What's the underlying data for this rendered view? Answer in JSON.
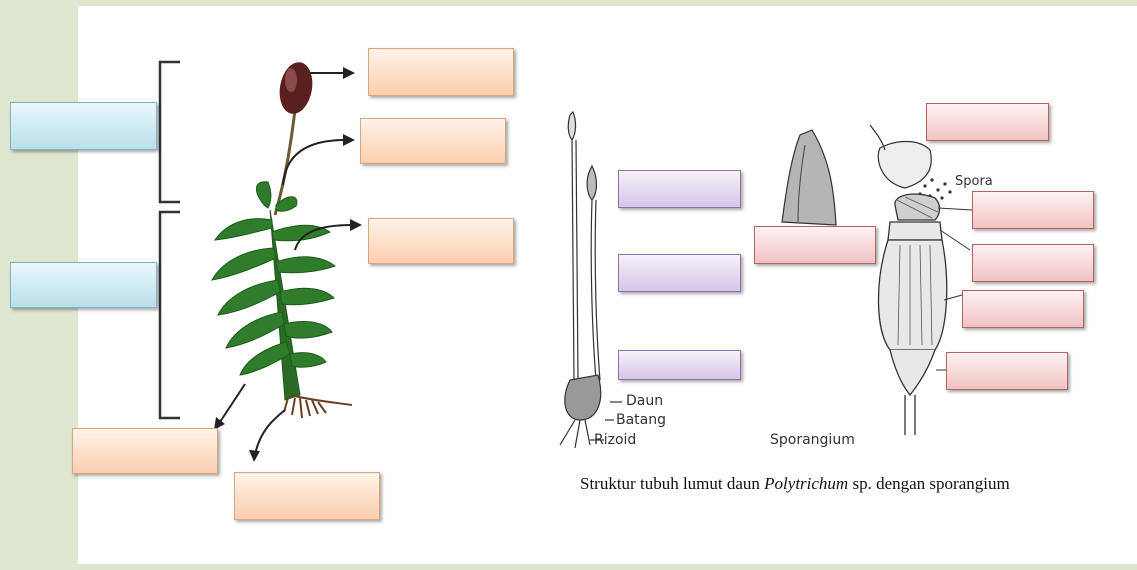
{
  "labels": {
    "daun": "Daun",
    "batang": "Batang",
    "rizoid": "Rizoid",
    "spora": "Spora",
    "sporangium": "Sporangium"
  },
  "caption": {
    "before": "Struktur tubuh lumut daun ",
    "italic": "Polytrichum",
    "after": " sp. dengan sporangium"
  },
  "colors": {
    "background": "#dde5cf",
    "blue_box": "#b9e0ea",
    "orange_box": "#fbcfae",
    "purple_box": "#d6c6ea",
    "red_box": "#f1c3c3"
  }
}
